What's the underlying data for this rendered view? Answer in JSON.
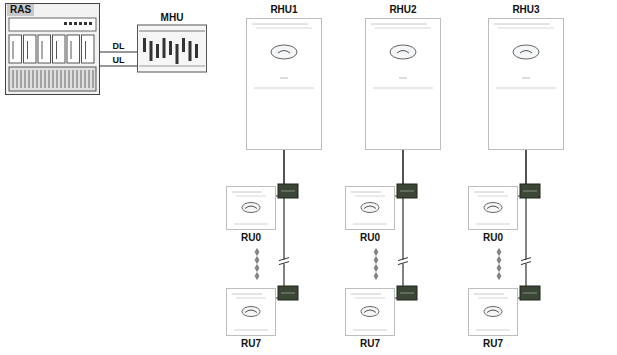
{
  "diagram": {
    "nodes": [
      {
        "text": [
          "RAS"
        ]
      },
      {
        "text": [
          "MHU"
        ]
      },
      {
        "text": [
          "RHU1"
        ]
      },
      {
        "text": [
          "RHU2"
        ]
      },
      {
        "text": [
          "RHU3"
        ]
      },
      {
        "text": [
          "RU0"
        ]
      },
      {
        "text": [
          "RU0"
        ]
      },
      {
        "text": [
          "RU0"
        ]
      },
      {
        "text": [
          "RU7"
        ]
      },
      {
        "text": [
          "RU7"
        ]
      },
      {
        "text": [
          "RU7"
        ]
      }
    ],
    "edges": [
      {
        "from": 0,
        "to": 1,
        "label": "DL",
        "arrow": "none"
      },
      {
        "from": 0,
        "to": 1,
        "label": "UL",
        "arrow": "none"
      },
      {
        "from": 2,
        "to": 5,
        "arrow": "none"
      },
      {
        "from": 2,
        "to": 8,
        "arrow": "none"
      },
      {
        "from": 3,
        "to": 6,
        "arrow": "none"
      },
      {
        "from": 3,
        "to": 9,
        "arrow": "none"
      },
      {
        "from": 4,
        "to": 7,
        "arrow": "none"
      },
      {
        "from": 4,
        "to": 10,
        "arrow": "none"
      }
    ]
  }
}
